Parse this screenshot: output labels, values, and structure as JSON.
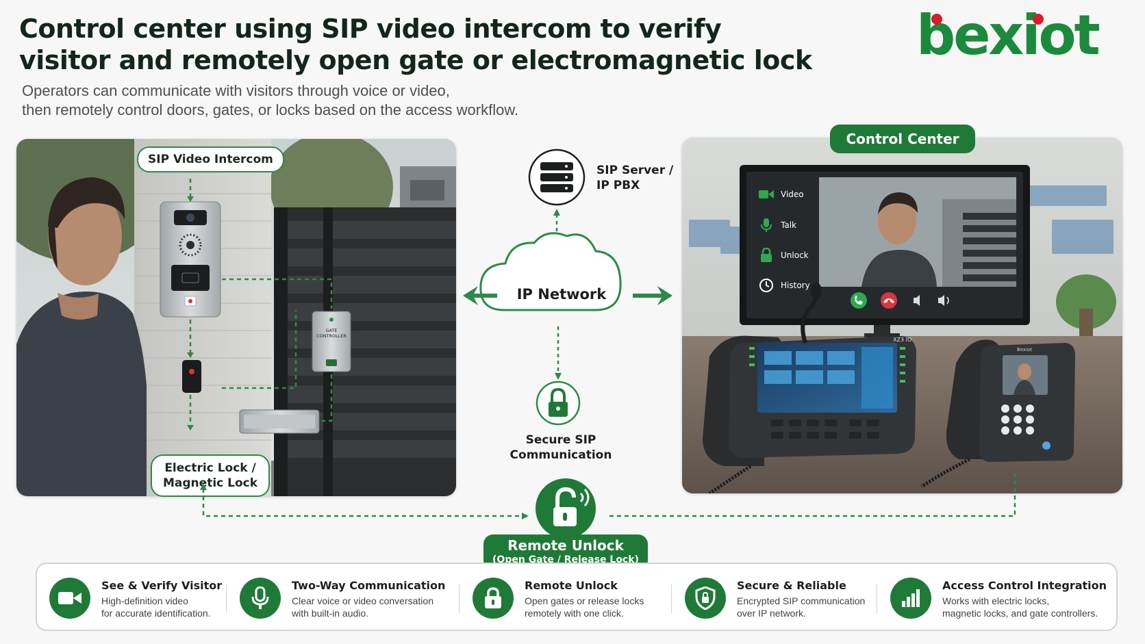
{
  "header": {
    "title_line1": "Control center using SIP video intercom to verify",
    "title_line2": "visitor and remotely open gate or electromagnetic lock",
    "subtitle_line1": "Operators can communicate with visitors through voice or video,",
    "subtitle_line2": "then remotely control doors, gates, or locks based on the access workflow.",
    "brand": "bexiot"
  },
  "left_panel": {
    "intercom_label": "SIP Video Intercom",
    "gate_controller_line1": "GATE",
    "gate_controller_line2": "CONTROLLER",
    "lock_label_line1": "Electric Lock /",
    "lock_label_line2": "Magnetic Lock"
  },
  "network": {
    "server_label_line1": "SIP Server /",
    "server_label_line2": "IP PBX",
    "cloud_label": "IP Network",
    "secure_label_line1": "Secure SIP",
    "secure_label_line2": "Communication"
  },
  "control_center": {
    "badge": "Control Center",
    "menu": [
      {
        "label": "Video",
        "icon": "video-camera-icon"
      },
      {
        "label": "Talk",
        "icon": "microphone-icon"
      },
      {
        "label": "Unlock",
        "icon": "lock-icon"
      },
      {
        "label": "History",
        "icon": "clock-icon"
      }
    ],
    "phone_model": "XZ3 IO",
    "phone_brand": "Bexiot"
  },
  "remote_unlock": {
    "title": "Remote Unlock",
    "subtitle": "(Open Gate / Release Lock)"
  },
  "features": [
    {
      "title": "See & Verify Visitor",
      "desc_line1": "High-definition video",
      "desc_line2": "for accurate identification.",
      "icon": "video-camera-icon"
    },
    {
      "title": "Two-Way Communication",
      "desc_line1": "Clear voice or video conversation",
      "desc_line2": "with built-in audio.",
      "icon": "microphone-icon"
    },
    {
      "title": "Remote Unlock",
      "desc_line1": "Open gates or release locks",
      "desc_line2": "remotely with one click.",
      "icon": "lock-icon"
    },
    {
      "title": "Secure & Reliable",
      "desc_line1": "Encrypted SIP communication",
      "desc_line2": "over IP network.",
      "icon": "shield-icon"
    },
    {
      "title": "Access Control Integration",
      "desc_line1": "Works with electric locks,",
      "desc_line2": "magnetic locks, and gate controllers.",
      "icon": "bar-chart-icon"
    }
  ],
  "colors": {
    "primary_green": "#1f7a37",
    "dashed_line": "#2c8a46",
    "brand_red": "#d21f2b",
    "decline_red": "#d9363e",
    "accept_green": "#2fa84f"
  }
}
